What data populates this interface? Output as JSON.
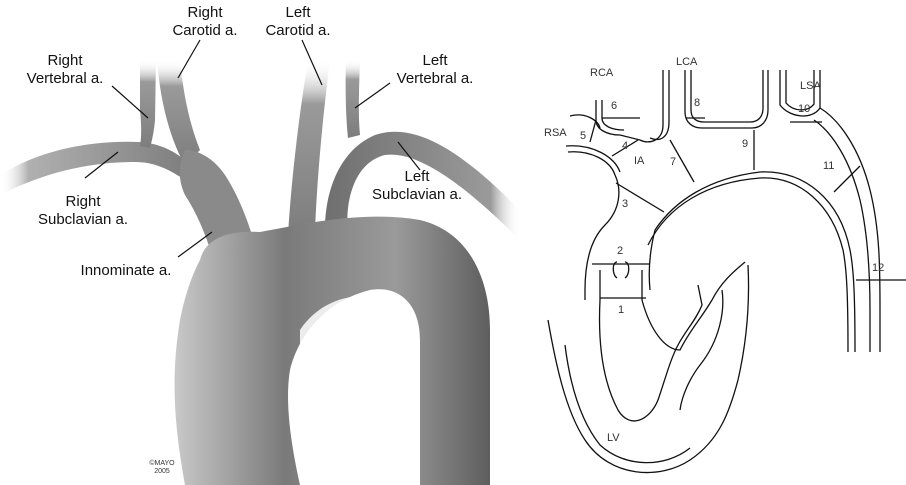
{
  "left_panel": {
    "labels": {
      "right_carotid": [
        "Right",
        "Carotid a."
      ],
      "left_carotid": [
        "Left",
        "Carotid a."
      ],
      "right_vertebral": [
        "Right",
        "Vertebral a."
      ],
      "left_vertebral": [
        "Left",
        "Vertebral a."
      ],
      "right_subclavian": [
        "Right",
        "Subclavian a."
      ],
      "left_subclavian": [
        "Left",
        "Subclavian a."
      ],
      "innominate": "Innominate a."
    },
    "copyright": [
      "©MAYO",
      "2005"
    ]
  },
  "right_panel": {
    "vessel_labels": {
      "rca": "RCA",
      "lca": "LCA",
      "lsa": "LSA",
      "rsa": "RSA",
      "ia": "IA",
      "lv": "LV"
    },
    "measurements": [
      "1",
      "2",
      "3",
      "4",
      "5",
      "6",
      "7",
      "8",
      "9",
      "10",
      "11",
      "12"
    ]
  },
  "colors": {
    "artery_fill": "#8a8a8a",
    "outline": "#111111"
  }
}
